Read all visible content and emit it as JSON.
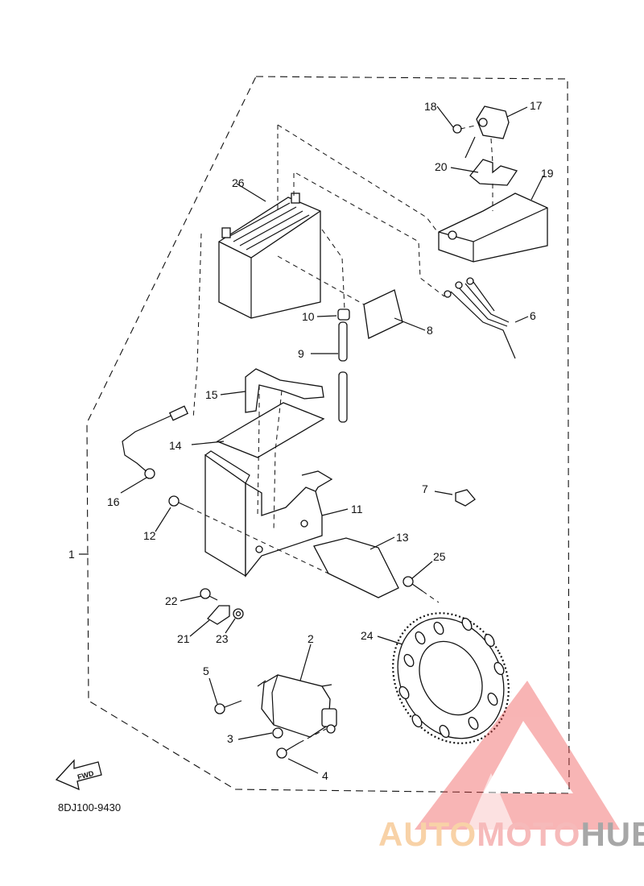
{
  "diagram": {
    "part_code": "8DJ100-9430",
    "fwd_label": "FWD",
    "callouts": [
      "1",
      "2",
      "3",
      "4",
      "5",
      "6",
      "7",
      "8",
      "9",
      "10",
      "11",
      "12",
      "13",
      "14",
      "15",
      "16",
      "17",
      "18",
      "19",
      "20",
      "21",
      "22",
      "23",
      "24",
      "25",
      "26"
    ]
  },
  "watermark": {
    "part_a": "AUTO",
    "part_b": "MOTO",
    "part_c": "HUB",
    "colors": {
      "a": "#f6c38a",
      "b": "#f4a3a3",
      "c": "#8a8a8a",
      "triangle": "#ee4a4a"
    }
  }
}
